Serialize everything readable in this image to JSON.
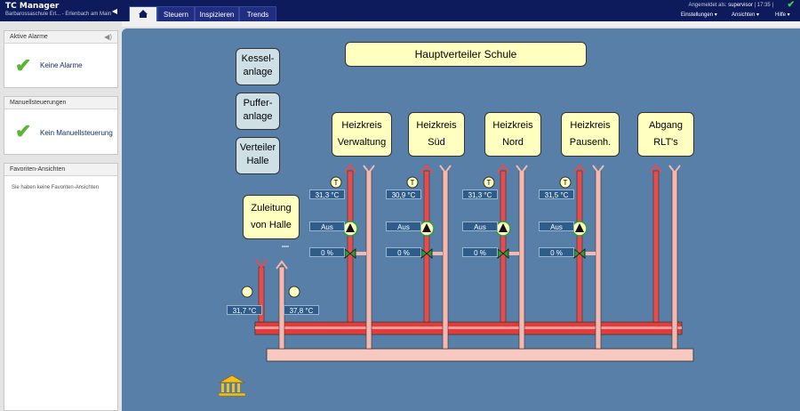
{
  "app": {
    "title": "TC Manager",
    "subtitle": "Barbarossaschule Erl... - Erlenbach am Main"
  },
  "tabs": [
    {
      "label": "Steuern"
    },
    {
      "label": "Inspizieren"
    },
    {
      "label": "Trends"
    }
  ],
  "header": {
    "logged_in_prefix": "Angemeldet als:",
    "user": "supervisor",
    "separator1": "|",
    "time": "17:35",
    "separator2": "|"
  },
  "menus": [
    {
      "label": "Einstellungen"
    },
    {
      "label": "Ansichten"
    },
    {
      "label": "Hilfe"
    }
  ],
  "sidebar": {
    "alarms": {
      "title": "Aktive Alarme",
      "status": "Keine Alarme"
    },
    "manual": {
      "title": "Manuellsteuerungen",
      "status": "Kein Manuellsteuerung"
    },
    "favorites": {
      "title": "Favoriten-Ansichten",
      "text": "Sie haben keine Favoriten-Ansichten"
    }
  },
  "diagram": {
    "title": "Hauptverteiler Schule",
    "nav": [
      {
        "line1": "Kessel-",
        "line2": "anlage"
      },
      {
        "line1": "Puffer-",
        "line2": "anlage"
      },
      {
        "line1": "Verteiler",
        "line2": "Halle"
      }
    ],
    "supply": {
      "line1": "Zuleitung",
      "line2": "von Halle",
      "temp_left": "31,7 °C",
      "temp_right": "37,8 °C",
      "sensor_label": "T"
    },
    "circuits": [
      {
        "line1": "Heizkreis",
        "line2": "Verwaltung",
        "temp": "31,3 °C",
        "pump": "Aus",
        "valve": "0 %"
      },
      {
        "line1": "Heizkreis",
        "line2": "Süd",
        "temp": "30,9 °C",
        "pump": "Aus",
        "valve": "0 %"
      },
      {
        "line1": "Heizkreis",
        "line2": "Nord",
        "temp": "31,3 °C",
        "pump": "Aus",
        "valve": "0 %"
      },
      {
        "line1": "Heizkreis",
        "line2": "Pausenh.",
        "temp": "31,5 °C",
        "pump": "Aus",
        "valve": "0 %"
      }
    ],
    "outlet": {
      "line1": "Abgang",
      "line2": "RLT's"
    }
  },
  "colors": {
    "topbar": "#0d1a5c",
    "canvas": "#577fa8",
    "supply_pipe": "#e84b4b",
    "return_pipe": "#f5b8b0",
    "label_fill": "#ffffc0"
  }
}
